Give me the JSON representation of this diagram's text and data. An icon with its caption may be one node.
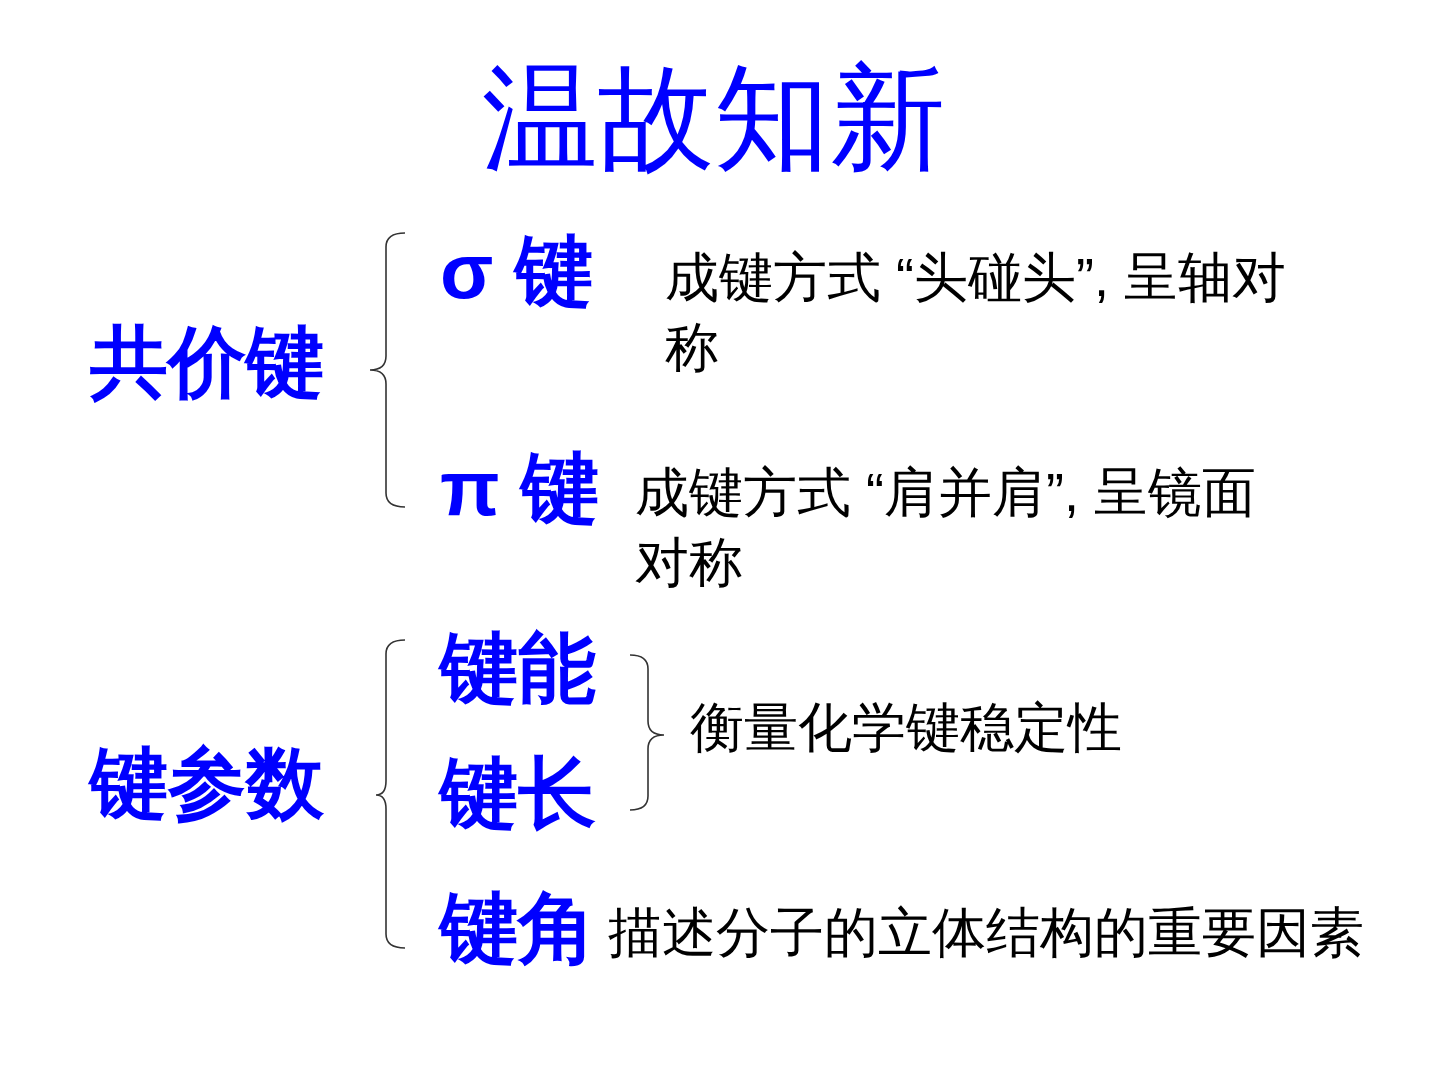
{
  "diagram": {
    "title": "温故知新",
    "labels": [
      "共价键",
      "σ 键",
      "成键方式 “头碰头”, 呈轴对称",
      "π 键",
      "成键方式 “肩并肩”, 呈镜面对称",
      "键参数",
      "键能",
      "衡量化学键稳定性",
      "键长",
      "键角",
      "描述分子的立体结构的重要因素"
    ]
  }
}
